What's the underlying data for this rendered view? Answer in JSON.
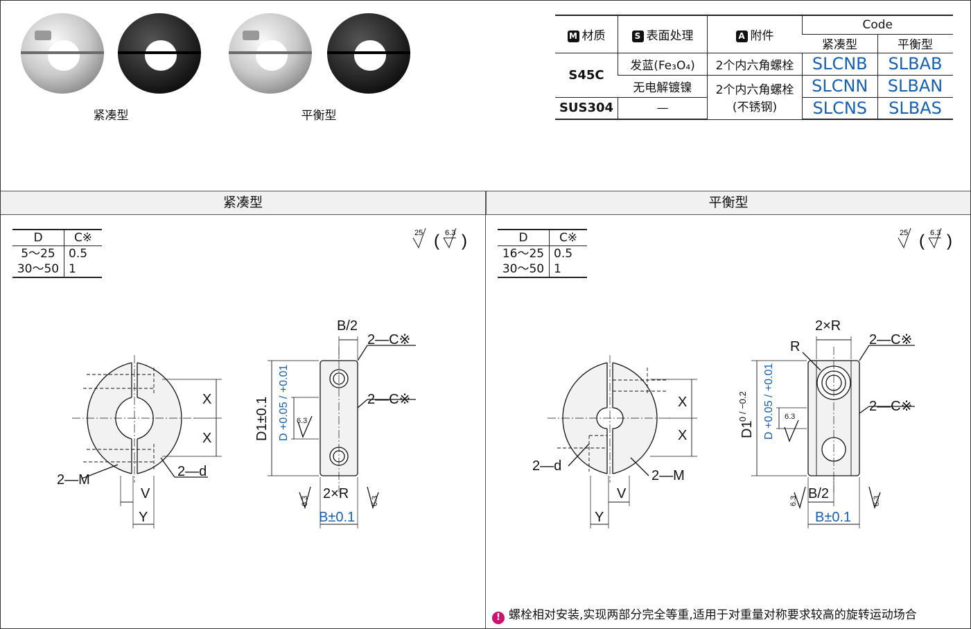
{
  "captions": {
    "compact": "紧凑型",
    "balanced": "平衡型"
  },
  "spec_table": {
    "h_material": "材质",
    "h_surface": "表面处理",
    "h_attach": "附件",
    "h_code": "Code",
    "h_compact": "紧凑型",
    "h_balanced": "平衡型",
    "badges": {
      "m": "M",
      "s": "S",
      "a": "A"
    },
    "rows": [
      {
        "material": "S45C",
        "surface": "发蓝(Fe₃O₄)",
        "attach": "2个内六角螺栓",
        "compact": "SLCNB",
        "balanced": "SLBAB"
      },
      {
        "surface": "无电解镀镍",
        "attach": "2个内六角螺栓",
        "attach2": "(不锈钢)",
        "compact": "SLCNN",
        "balanced": "SLBAN"
      },
      {
        "material": "SUS304",
        "surface": "—",
        "compact": "SLCNS",
        "balanced": "SLBAS"
      }
    ]
  },
  "sections": {
    "left": "紧凑型",
    "right": "平衡型"
  },
  "chamfer_left": {
    "h1": "D",
    "h2": "C※",
    "rows": [
      [
        "5～25",
        "0.5"
      ],
      [
        "30～50",
        "1"
      ]
    ]
  },
  "chamfer_right": {
    "h1": "D",
    "h2": "C※",
    "rows": [
      [
        "16～25",
        "0.5"
      ],
      [
        "30～50",
        "1"
      ]
    ]
  },
  "roughness": {
    "a": "25",
    "b": "6.3"
  },
  "dims": {
    "b2": "B/2",
    "c": "2—C※",
    "x": "X",
    "m": "2—M",
    "d": "2—d",
    "v": "V",
    "y": "Y",
    "d1": "D1±0.1",
    "d1b": "D1",
    "d1tol": "0 / −0.2",
    "dtol": "D +0.05 / +0.01",
    "ra": "6.3",
    "r2": "2×R",
    "r": "R",
    "b": "B±0.1"
  },
  "note": "螺栓相对安装,实现两部分完全等重,适用于对重量对称要求较高的旋转运动场合",
  "colors": {
    "accent": "#1560b0",
    "note_icon": "#c8146e"
  }
}
